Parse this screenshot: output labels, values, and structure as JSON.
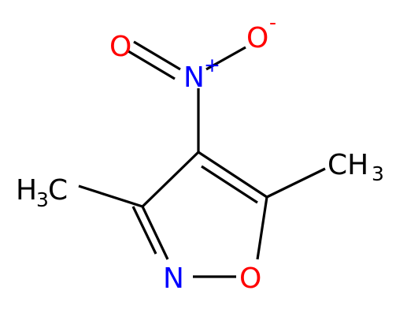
{
  "molecule": {
    "colors": {
      "bond": "#000000",
      "carbon": "#000000",
      "nitrogen": "#0000ff",
      "oxygen": "#ff0000"
    },
    "atoms": {
      "nitro_o_double": {
        "symbol": "O"
      },
      "nitro_o_minus": {
        "symbol": "O",
        "charge": "-"
      },
      "nitro_n": {
        "symbol": "N",
        "charge": "+"
      },
      "methyl_right": {
        "symbol": "CH",
        "subscript": "3"
      },
      "methyl_left": {
        "symbol_h": "H",
        "subscript": "3",
        "symbol_c": "C"
      },
      "ring_n": {
        "symbol": "N"
      },
      "ring_o": {
        "symbol": "O"
      }
    }
  }
}
